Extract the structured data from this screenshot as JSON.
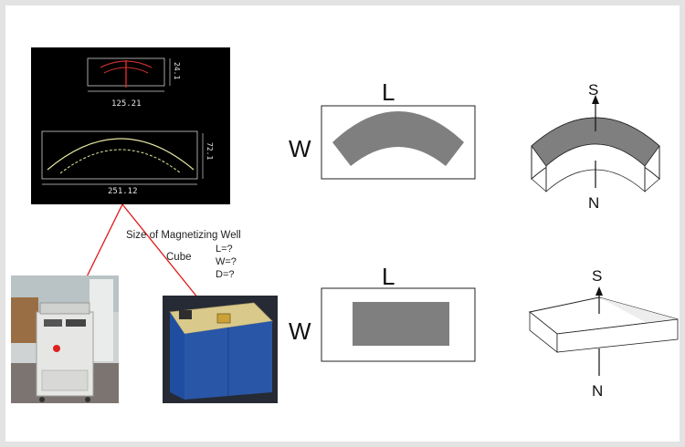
{
  "cad_drawing": {
    "dim_top_width": "125.21",
    "dim_top_height": "24.1",
    "dim_bottom_width": "251.12",
    "dim_bottom_height": "72.1"
  },
  "annotation": {
    "title": "Size of Magnetizing Well",
    "cube_label": "Cube",
    "l_label": "L=?",
    "w_label": "W=?",
    "d_label": "D=?"
  },
  "arc_diagram": {
    "length_label": "L",
    "width_label": "W",
    "north_label": "N",
    "south_label": "S"
  },
  "block_diagram": {
    "length_label": "L",
    "width_label": "W",
    "north_label": "N",
    "south_label": "S"
  },
  "colors": {
    "magnet_fill": "#7f7f7f",
    "cad_background": "#000000",
    "pointer_line": "#e01818",
    "machine_body": "#2a56a8",
    "machine_top": "#d9c98a"
  }
}
